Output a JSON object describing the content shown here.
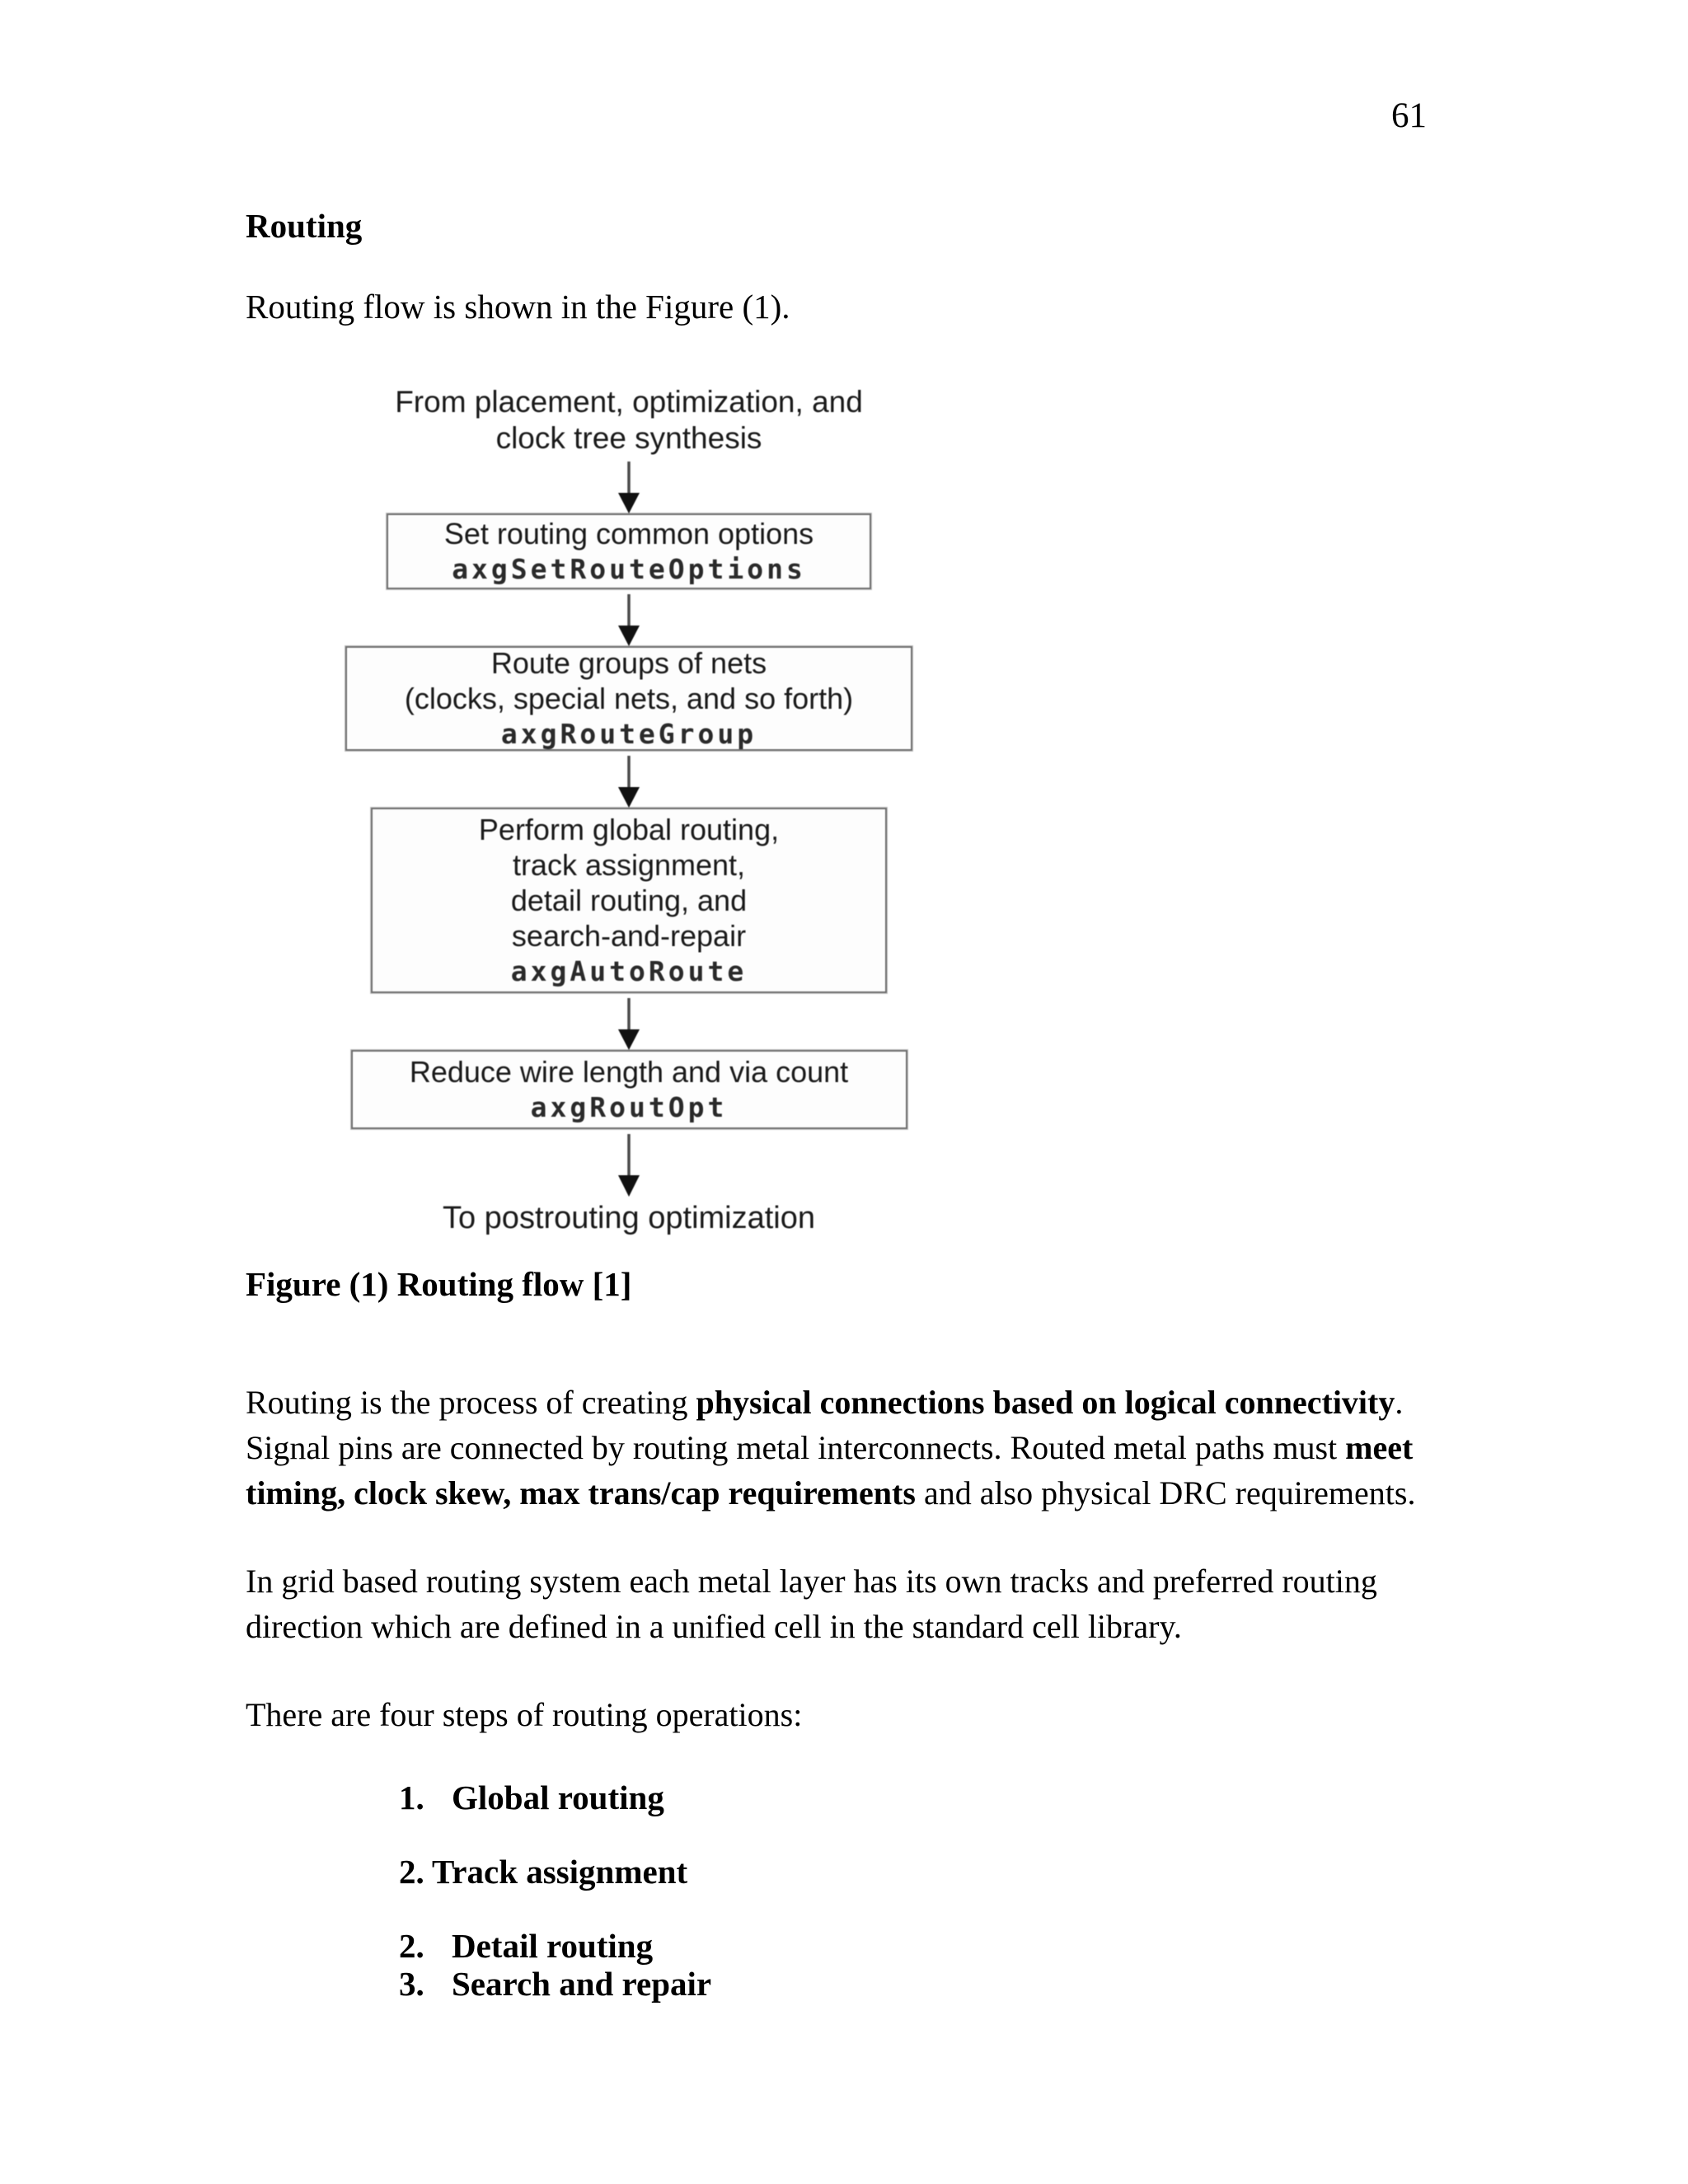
{
  "page_number": "61",
  "heading": "Routing",
  "intro": "Routing flow is shown in the Figure (1).",
  "figure": {
    "top_label_line1": "From placement, optimization, and",
    "top_label_line2": "clock tree synthesis",
    "boxes": [
      {
        "line1": "Set routing common options",
        "command": "axgSetRouteOptions"
      },
      {
        "line1": "Route groups of nets",
        "line2": "(clocks, special nets, and so forth)",
        "command": "axgRouteGroup"
      },
      {
        "line1": "Perform global routing,",
        "line2": "track assignment,",
        "line3": "detail routing, and",
        "line4": "search-and-repair",
        "command": "axgAutoRoute"
      },
      {
        "line1": "Reduce wire length and via count",
        "command": "axgRoutOpt"
      }
    ],
    "bottom_label": "To postrouting optimization",
    "caption": "Figure (1) Routing flow [1]"
  },
  "paragraphs": {
    "p1": {
      "s0": "Routing is the process of creating ",
      "s1": "physical connections based on logical connectivity",
      "s2": ". Signal pins are connected by routing metal interconnects. Routed metal paths must ",
      "s3": "meet timing, clock skew, max trans/cap requirements",
      "s4": " and also physical DRC requirements."
    },
    "p2": "In grid based routing system each metal layer has its own tracks and preferred routing direction which are defined in a unified cell in the standard cell library.",
    "p3": "There are four steps of routing operations:"
  },
  "steps": {
    "items": [
      {
        "marker": "1.",
        "label": "Global routing"
      },
      {
        "marker": "2.",
        "label": "Track assignment"
      },
      {
        "marker": "2.",
        "label": "Detail routing"
      },
      {
        "marker": "3.",
        "label": "Search and repair"
      }
    ]
  }
}
